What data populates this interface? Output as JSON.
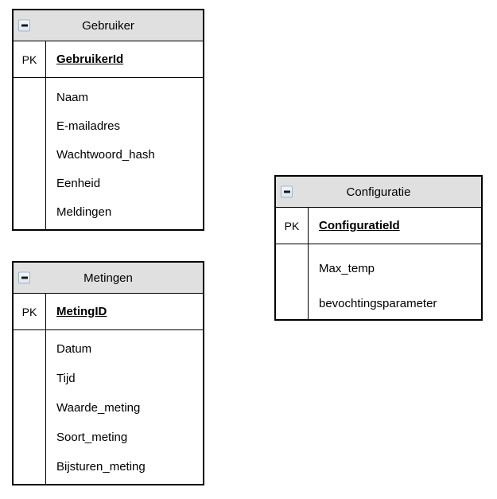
{
  "diagram": {
    "type": "entity-relationship-diagram",
    "language": "nl",
    "colors": {
      "header_background": "#e0e0e0",
      "body_background": "#ffffff",
      "border": "#000000",
      "text": "#000000",
      "collapse_icon_border": "#9fb4cc"
    },
    "key_label": "PK",
    "collapse_icon_name": "collapse-minus-icon"
  },
  "entities": [
    {
      "id": "gebruiker",
      "title": "Gebruiker",
      "key_label": "PK",
      "primary_key": "GebruikerId",
      "attributes": [
        "Naam",
        "E-mailadres",
        "Wachtwoord_hash",
        "Eenheid",
        "Meldingen"
      ]
    },
    {
      "id": "metingen",
      "title": "Metingen",
      "key_label": "PK",
      "primary_key": "MetingID",
      "attributes": [
        "Datum",
        "Tijd",
        "Waarde_meting",
        "Soort_meting",
        "Bijsturen_meting"
      ]
    },
    {
      "id": "configuratie",
      "title": "Configuratie",
      "key_label": "PK",
      "primary_key": "ConfiguratieId",
      "attributes": [
        "Max_temp",
        "bevochtingsparameter"
      ]
    }
  ]
}
